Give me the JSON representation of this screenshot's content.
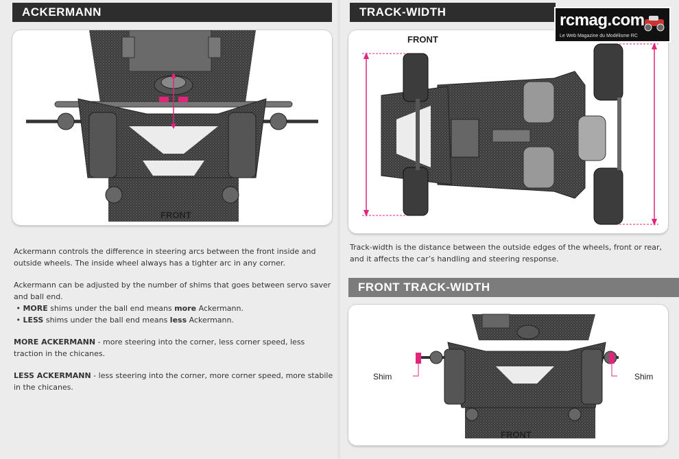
{
  "ackermann": {
    "header": "ACKERMANN",
    "front_label": "FRONT",
    "para1": "Ackermann controls the difference in steering arcs between the front inside and outside wheels. The inside wheel always has a tighter arc in any corner.",
    "para2": "Ackermann can be adjusted by the number of shims that goes between servo saver and ball end.",
    "bullet1": {
      "strong": "MORE",
      "pre": " shims under the ball end means ",
      "strong2": "more",
      "post": " Ackermann."
    },
    "bullet2": {
      "strong": "LESS",
      "pre": " shims under the ball end means ",
      "strong2": "less",
      "post": " Ackermann."
    },
    "more": {
      "strong": "MORE ACKERMANN",
      "rest": " - more steering into the corner, less corner speed, less traction in the chicanes."
    },
    "less": {
      "strong": "LESS ACKERMANN",
      "rest": " - less steering into the corner, more corner speed, more stabile in the chicanes."
    }
  },
  "track_width": {
    "header": "TRACK-WIDTH",
    "front_label": "FRONT",
    "text": "Track-width is the distance between the outside edges of the wheels, front or rear, and it affects the car’s handling and steering response."
  },
  "front_track_width": {
    "header": "FRONT TRACK-WIDTH",
    "front_label": "FRONT",
    "shim_left": "Shim",
    "shim_right": "Shim"
  },
  "logo": {
    "name": "rcmag.com",
    "tagline": "Le Web Magazine du Modélisme RC"
  },
  "colors": {
    "accent": "#e0257a",
    "header_dark": "#2d2d2d",
    "header_grey": "#7c7c7c",
    "panel_bg": "#ffffff"
  }
}
